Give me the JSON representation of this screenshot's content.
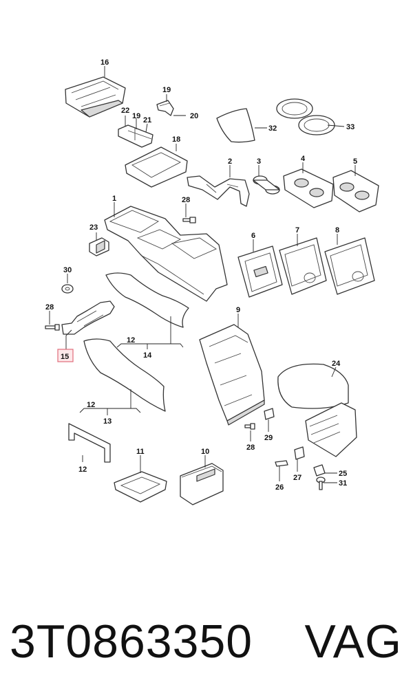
{
  "callouts": {
    "c1": "1",
    "c2": "2",
    "c3": "3",
    "c4": "4",
    "c5": "5",
    "c6": "6",
    "c7": "7",
    "c8": "8",
    "c9": "9",
    "c10": "10",
    "c11": "11",
    "c12a": "12",
    "c12b": "12",
    "c12c": "12",
    "c13": "13",
    "c14": "14",
    "c15": "15",
    "c16": "16",
    "c18": "18",
    "c19a": "19",
    "c19b": "19",
    "c20": "20",
    "c21": "21",
    "c22": "22",
    "c23": "23",
    "c24": "24",
    "c25": "25",
    "c26": "26",
    "c27": "27",
    "c28a": "28",
    "c28b": "28",
    "c28c": "28",
    "c29": "29",
    "c30": "30",
    "c31": "31",
    "c32": "32",
    "c33": "33"
  },
  "highlighted_part": "15",
  "colors": {
    "highlight_fill": "#fde8ea",
    "highlight_stroke": "#e06c7a",
    "line": "#333333"
  },
  "footer": {
    "part_number": "3T0863350",
    "brand": "VAG"
  }
}
